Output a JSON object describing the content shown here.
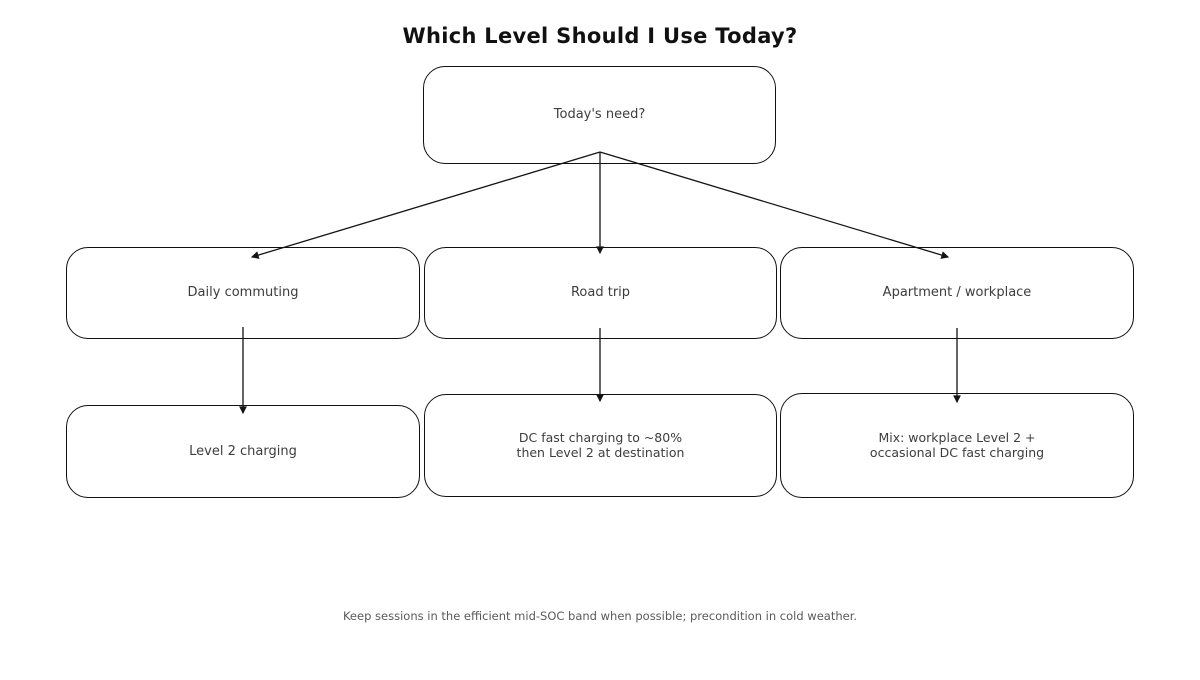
{
  "title": "Which Level Should I Use Today?",
  "nodes": {
    "root": {
      "label": "Today's need?"
    },
    "daily": {
      "label": "Daily commuting"
    },
    "road": {
      "label": "Road trip"
    },
    "apartment": {
      "label": "Apartment / workplace"
    },
    "level2": {
      "label": "Level 2 charging"
    },
    "dcfast": {
      "label": "DC fast charging to ~80%\nthen Level 2 at destination"
    },
    "mix": {
      "label": "Mix: workplace Level 2 +\noccasional DC fast charging"
    }
  },
  "edges": [
    {
      "from": "root",
      "to": "daily"
    },
    {
      "from": "root",
      "to": "road"
    },
    {
      "from": "root",
      "to": "apartment"
    },
    {
      "from": "daily",
      "to": "level2"
    },
    {
      "from": "road",
      "to": "dcfast"
    },
    {
      "from": "apartment",
      "to": "mix"
    }
  ],
  "footer": "Keep sessions in the efficient mid-SOC band when possible; precondition in cold weather.",
  "colors": {
    "background": "#ffffff",
    "border": "#111111",
    "arrow": "#141414",
    "title_text": "#111111",
    "box_text": "#3d3d3d",
    "footer_text": "#5a5a5a"
  }
}
